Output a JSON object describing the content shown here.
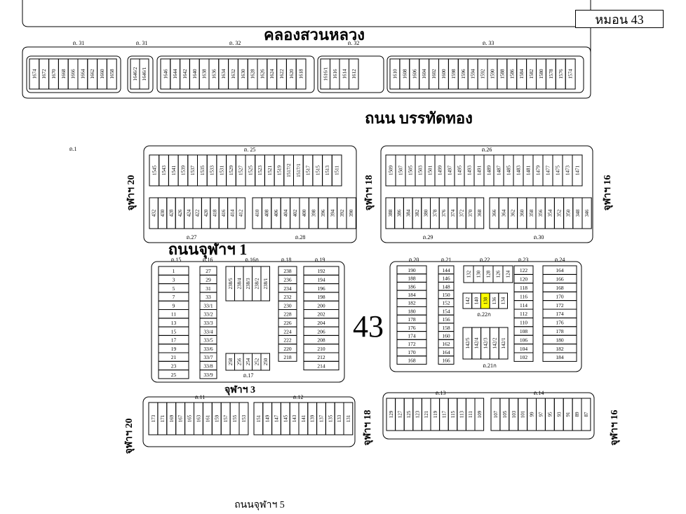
{
  "title": "หมอน 43",
  "canal": "คลองสวนหลวง",
  "big_number": "43",
  "roads": {
    "bantadthong": "ถนน บรรทัดทอง",
    "chula1": "ถนนจุฬาฯ 1",
    "chula3": "จุฬาฯ 3",
    "chula5": "ถนนจุฬาฯ 5",
    "chula20": "จุฬาฯ 20",
    "chula18": "จุฬาฯ 18",
    "chula16": "จุฬาฯ 16"
  },
  "alleys": {
    "a31": "ถ. 31",
    "a32": "ถ. 32",
    "a33": "ถ. 33",
    "a1": "ถ.1",
    "a25": "ถ. 25",
    "a26": "ถ.26",
    "a27": "ถ.27",
    "a28": "ถ.28",
    "a29": "ถ.29",
    "a30": "ถ.30",
    "a15": "ถ.15",
    "a16": "ถ.16",
    "a16k": "ถ.16ก",
    "a18": "ถ.18",
    "a19": "ถ.19",
    "a17": "ถ.17",
    "a20": "ถ.20",
    "a21": "ถ.21",
    "a22": "ถ.22",
    "a23": "ถ.23",
    "a24": "ถ.24",
    "a22k": "ถ.22ก",
    "a21k": "ถ.21ก",
    "a11": "ถ.11",
    "a12": "ถ.12",
    "a13": "ถ.13",
    "a14": "ถ.14"
  },
  "highlight_color": "#ffff00",
  "highlighted_lot": "138",
  "plots": {
    "c1": [
      "1674",
      "1672",
      "1670",
      "1668",
      "1666",
      "1664",
      "1662",
      "1660",
      "1658"
    ],
    "c2": [
      "1646/2",
      "1646/1"
    ],
    "c3": [
      "1646",
      "1644",
      "1642",
      "1640",
      "1638",
      "1636",
      "1634",
      "1632",
      "1630",
      "1628",
      "1626",
      "1624",
      "1622",
      "1620",
      "1618"
    ],
    "c4": [
      "1616/1",
      "1616",
      "1614",
      "1612"
    ],
    "c5": [
      "1610",
      "1608",
      "1606",
      "1604",
      "1602",
      "1600",
      "1598",
      "1596",
      "1594",
      "1592",
      "1590",
      "1588",
      "1586",
      "1584",
      "1582",
      "1580",
      "1578",
      "1576",
      "1574"
    ],
    "m1_top": [
      "1545",
      "1543",
      "1541",
      "1539",
      "1537",
      "1535",
      "1533",
      "1531",
      "1529",
      "1527",
      "1525",
      "1523",
      "1521",
      "1519",
      "1517/2",
      "1517/1",
      "1517",
      "1515",
      "1513",
      "1511"
    ],
    "m1_bl": [
      "432",
      "430",
      "428",
      "426",
      "424",
      "422",
      "420",
      "418",
      "416",
      "414",
      "412"
    ],
    "m1_br": [
      "410",
      "408",
      "406",
      "404",
      "402",
      "400",
      "398",
      "396",
      "394",
      "392",
      "390"
    ],
    "m2_top": [
      "1509",
      "1507",
      "1505",
      "1503",
      "1501",
      "1499",
      "1497",
      "1495",
      "1493",
      "1491",
      "1489",
      "1487",
      "1485",
      "1483",
      "1481",
      "1479",
      "1477",
      "1475",
      "1473",
      "1471"
    ],
    "m2_bl": [
      "388",
      "386",
      "384",
      "382",
      "380",
      "378",
      "376",
      "374",
      "372",
      "370",
      "368"
    ],
    "m2_br": [
      "366",
      "364",
      "362",
      "360",
      "358",
      "356",
      "354",
      "352",
      "350",
      "348",
      "346"
    ],
    "b1_c1": [
      "1",
      "3",
      "5",
      "7",
      "9",
      "11",
      "13",
      "15",
      "17",
      "19",
      "21",
      "23",
      "25"
    ],
    "b1_c2": [
      "27",
      "29",
      "31",
      "33",
      "33/1",
      "33/2",
      "33/3",
      "33/4",
      "33/5",
      "33/6",
      "33/7",
      "33/8",
      "33/9"
    ],
    "b1_g16k": [
      "238/5",
      "238/4",
      "238/3",
      "238/2",
      "238/1"
    ],
    "b1_g17": [
      "258",
      "256",
      "254",
      "252",
      "250"
    ],
    "b1_c3": [
      "238",
      "236",
      "234",
      "232",
      "230",
      "228",
      "226",
      "224",
      "222",
      "220",
      "218"
    ],
    "b1_c4": [
      "192",
      "194",
      "196",
      "198",
      "200",
      "202",
      "204",
      "206",
      "208",
      "210",
      "212",
      "214"
    ],
    "b2_c1": [
      "190",
      "188",
      "186",
      "184",
      "182",
      "180",
      "178",
      "176",
      "174",
      "172",
      "170",
      "168"
    ],
    "b2_c2": [
      "144",
      "146",
      "148",
      "150",
      "152",
      "154",
      "156",
      "158",
      "160",
      "162",
      "164",
      "166"
    ],
    "b2_top": [
      "132",
      "130",
      "128",
      "126",
      "124"
    ],
    "b2_mid": [
      "142",
      "140",
      "138",
      "136",
      "134"
    ],
    "b2_bot": [
      "142/5",
      "142/4",
      "142/3",
      "142/2",
      "142/1"
    ],
    "b2_c3": [
      "122",
      "120",
      "118",
      "116",
      "114",
      "112",
      "110",
      "108",
      "106",
      "104",
      "102"
    ],
    "b2_c4": [
      "164",
      "166",
      "168",
      "170",
      "172",
      "174",
      "176",
      "178",
      "180",
      "182",
      "184"
    ],
    "l1_left": [
      "173",
      "171",
      "169",
      "167",
      "165",
      "163",
      "161",
      "159",
      "157",
      "155",
      "153"
    ],
    "l1_right": [
      "151",
      "149",
      "147",
      "145",
      "143",
      "141",
      "139",
      "137",
      "135",
      "133",
      "131"
    ],
    "l2_left": [
      "129",
      "127",
      "125",
      "123",
      "121",
      "119",
      "117",
      "115",
      "113",
      "111",
      "109"
    ],
    "l2_right": [
      "107",
      "105",
      "103",
      "101",
      "99",
      "97",
      "95",
      "93",
      "91",
      "89",
      "87"
    ]
  }
}
